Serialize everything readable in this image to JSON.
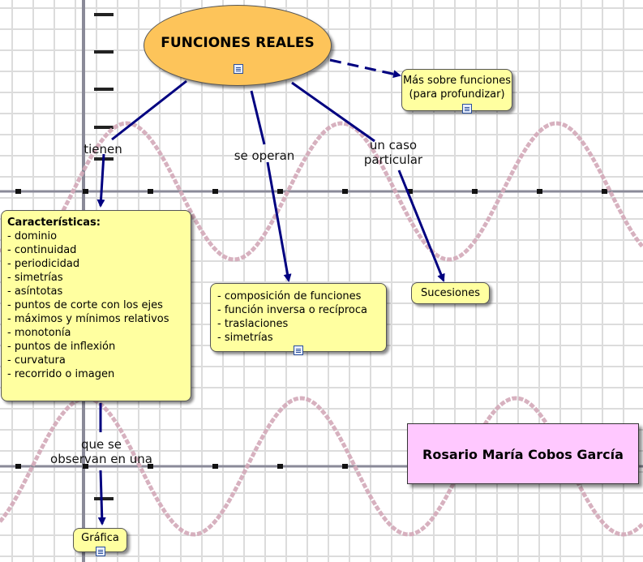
{
  "main_node": {
    "label": "FUNCIONES REALES",
    "icon": "notes-icon"
  },
  "mas_sobre": {
    "label": "Más sobre funciones (para profundizar)",
    "line1": "Más sobre funciones",
    "line2": "(para profundizar)",
    "icon": "concept-map-link-icon"
  },
  "links": {
    "tienen": "tienen",
    "se_operan": "se operan",
    "caso_line1": "un caso",
    "caso_line2": "particular",
    "observan_line1": "que se",
    "observan_line2": "observan en una"
  },
  "caracteristicas": {
    "title": "Características:",
    "items": [
      "- dominio",
      "- continuidad",
      "- periodicidad",
      "- simetrías",
      "- asíntotas",
      "- puntos de corte con los ejes",
      "- máximos y mínimos relativos",
      "- monotonía",
      "- puntos de inflexión",
      "- curvatura",
      "- recorrido o imagen"
    ]
  },
  "operaciones": {
    "items": [
      "- composición de funciones",
      "- función inversa o recíproca",
      "- traslaciones",
      "- simetrías"
    ],
    "icon": "notes-icon"
  },
  "sucesiones": {
    "label": "Sucesiones"
  },
  "grafica": {
    "label": "Gráfica",
    "icon": "image-icon"
  },
  "author": {
    "label": "Rosario María Cobos García"
  },
  "colors": {
    "main_fill": "#fdc45a",
    "node_fill": "#ffffa0",
    "author_fill": "#ffc8ff",
    "link": "#000080"
  }
}
